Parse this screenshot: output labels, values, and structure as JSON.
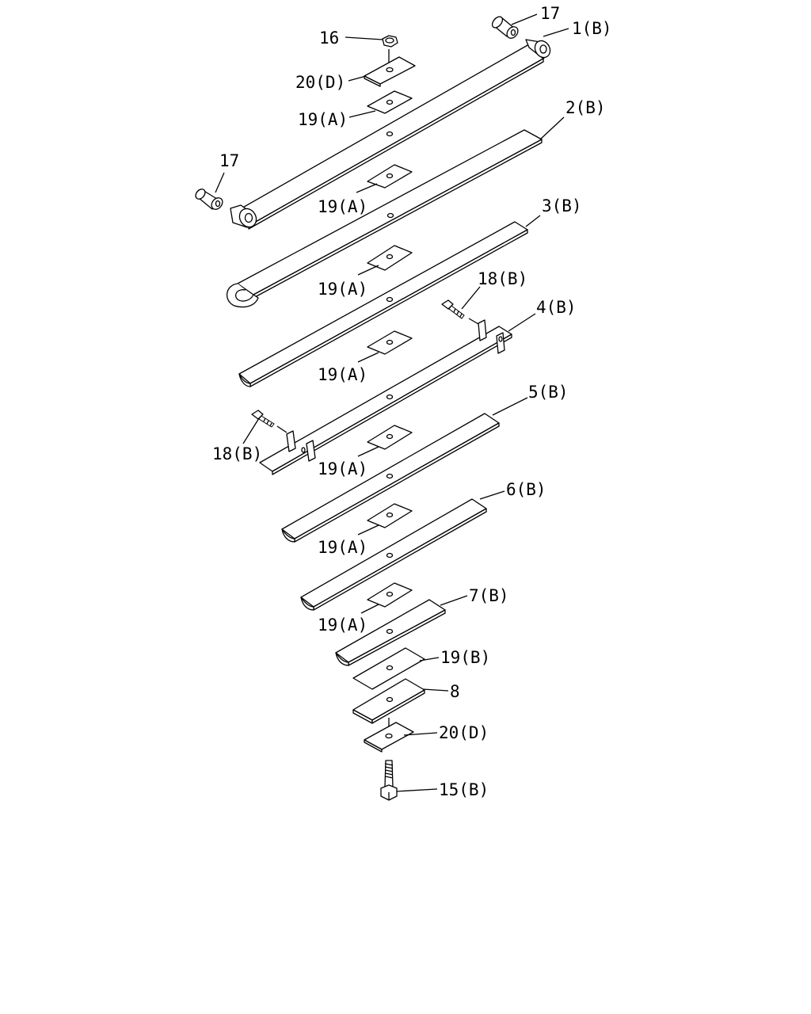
{
  "callouts": {
    "c16": "16",
    "c17_top": "17",
    "c1b": "1(B)",
    "c20d_top": "20(D)",
    "c19a_1": "19(A)",
    "c17_left": "17",
    "c2b": "2(B)",
    "c19a_2": "19(A)",
    "c3b": "3(B)",
    "c19a_3": "19(A)",
    "c18b_top": "18(B)",
    "c4b": "4(B)",
    "c19a_4": "19(A)",
    "c18b_left": "18(B)",
    "c5b": "5(B)",
    "c19a_5": "19(A)",
    "c6b": "6(B)",
    "c19a_6": "19(A)",
    "c7b": "7(B)",
    "c19a_7": "19(A)",
    "c19b": "19(B)",
    "c8": "8",
    "c20d_bottom": "20(D)",
    "c15b": "15(B)"
  }
}
